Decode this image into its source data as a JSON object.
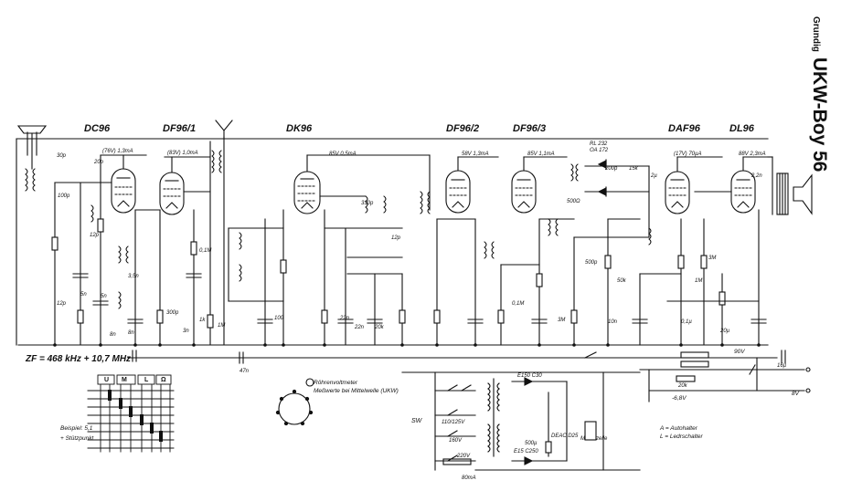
{
  "title": {
    "brand": "Grundig",
    "model": "UKW-Boy 56"
  },
  "tubes": [
    "DC96",
    "DF96/1",
    "DK96",
    "DF96/2",
    "DF96/3",
    "DAF96",
    "DL96"
  ],
  "if_note": "ZF = 468 kHz + 10,7 MHz",
  "measure_note": {
    "line1": "Röhrenvoltmeter",
    "line2": "Meßwerte bei Mittelwelle (UKW)"
  },
  "switch_table": {
    "headers": [
      "U",
      "M",
      "L",
      "Ω"
    ],
    "legend_line1": "Beispiel: 5,1",
    "legend_line2": "+ Stützpunkt"
  },
  "switch_legend": {
    "a": "A = Autohalter",
    "l": "L = Ledrschalter"
  },
  "power": {
    "sw": "SW",
    "v1": "110/125V",
    "v2": "160V",
    "v3": "220V",
    "current": "80mA",
    "rectifier1": "E150 C30",
    "rectifier2": "E15 C250",
    "cap": "500µ",
    "deac": "DEAC D25",
    "bat": "Mono-zelle"
  },
  "voltages": {
    "minus68": "-6,8V",
    "v90": "90V",
    "v8": "8V"
  },
  "tube_voltages": [
    "(76V) 1,3mA",
    "(83V) 1,0mA",
    "85V 0,5mA",
    "58V 1,3mA",
    "85V 1,1mA",
    "(17V) 70µA",
    "88V 2,3mA"
  ],
  "small_labels": [
    "30p",
    "100p",
    "12p",
    "12p",
    "20p",
    "5n",
    "5n",
    "8n",
    "300p",
    "1k",
    "3,5n",
    "0,1M",
    "47n",
    "1M",
    "8n",
    "3n",
    "20k",
    "22n",
    "22n",
    "330p",
    "100",
    "0,1M",
    "12p",
    "500p",
    "50k",
    "3M",
    "0,1µ",
    "10n",
    "1M",
    "3M",
    "20k",
    "20µ",
    "16µ",
    "2,2n",
    "RL 232",
    "OA 172",
    "200p",
    "15k",
    "2µ",
    "500Ω"
  ]
}
